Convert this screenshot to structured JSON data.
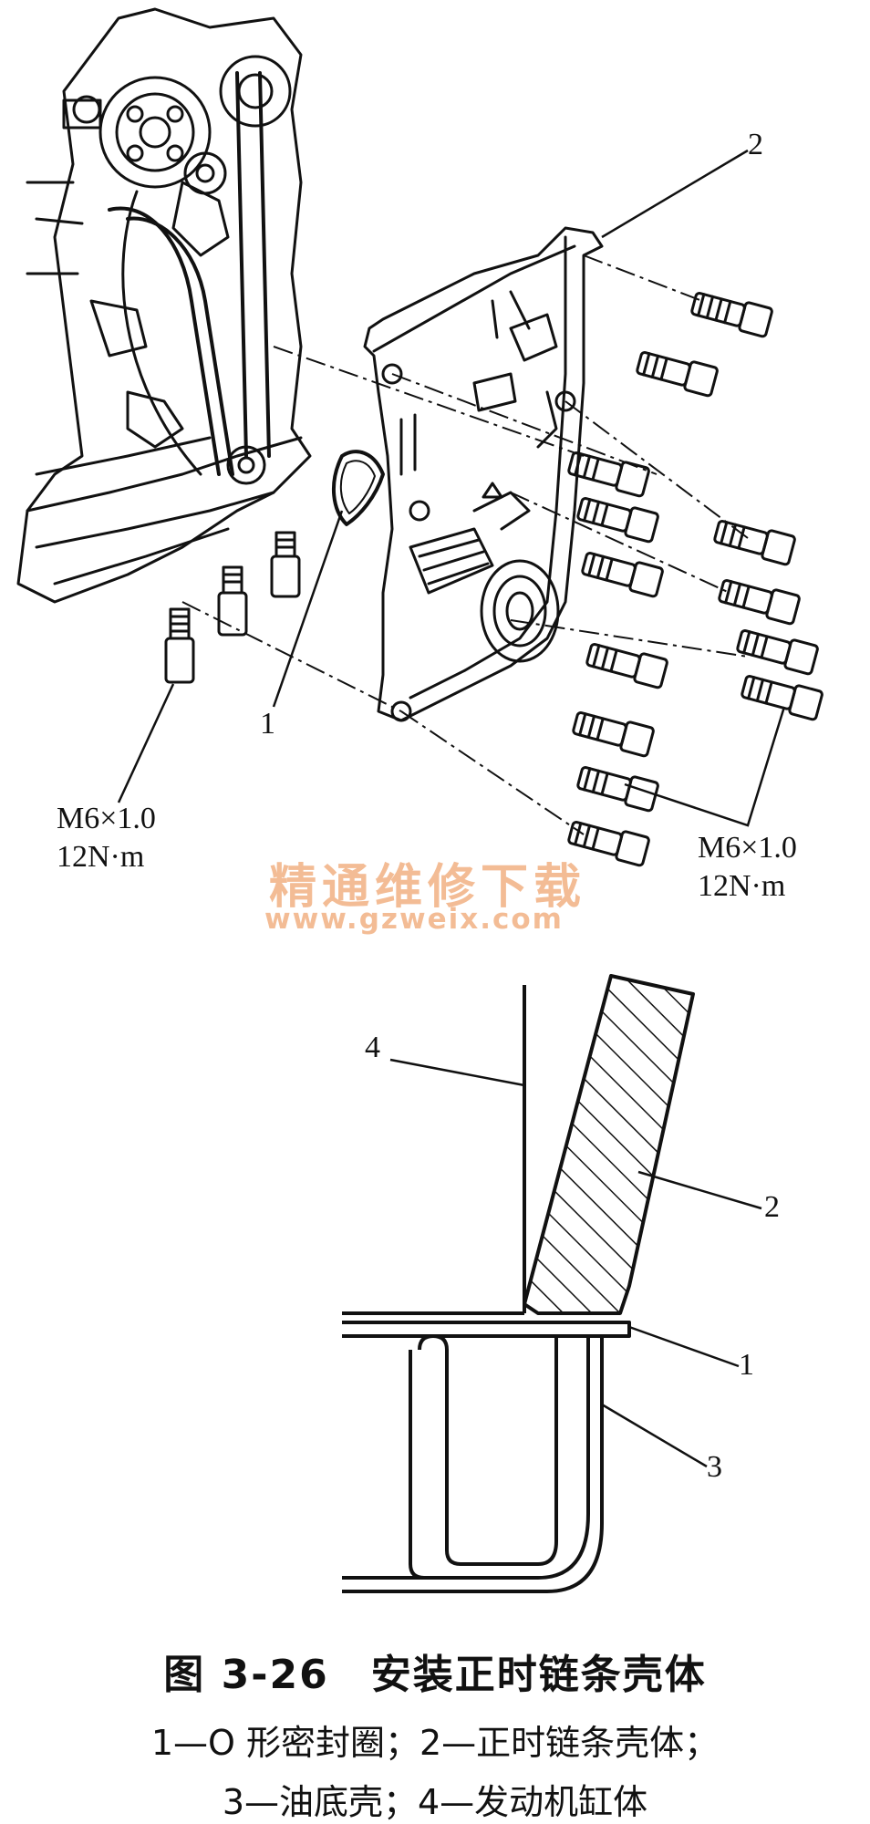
{
  "top_figure": {
    "labels": {
      "item1": "1",
      "item2": "2"
    },
    "left_spec": {
      "thread": "M6×1.0",
      "torque": "12N·m"
    },
    "right_spec": {
      "thread": "M6×1.0",
      "torque": "12N·m"
    }
  },
  "watermark": {
    "text_cn": "精通维修下载",
    "url": "www.gzweix.com",
    "color": "#f2b58a"
  },
  "bottom_figure": {
    "labels": {
      "item4": "4",
      "item2": "2",
      "item1": "1",
      "item3": "3"
    }
  },
  "caption": {
    "title": "图 3-26　安装正时链条壳体",
    "legend_line1": "1—O 形密封圈；2—正时链条壳体；",
    "legend_line2": "3—油底壳；4—发动机缸体"
  }
}
